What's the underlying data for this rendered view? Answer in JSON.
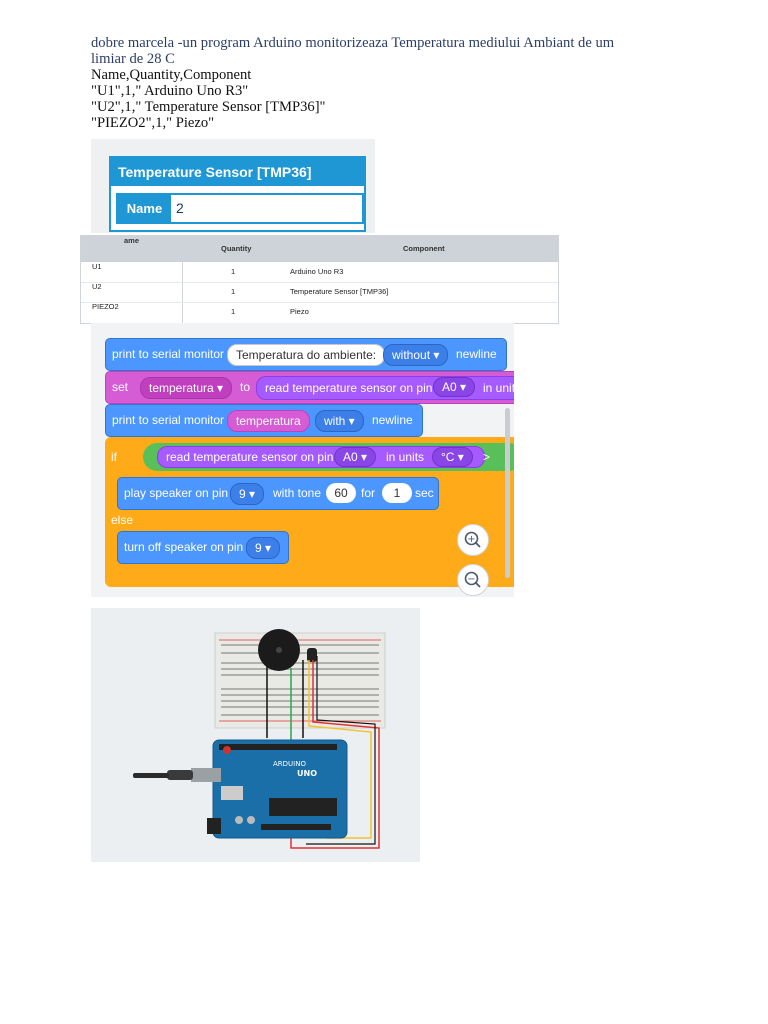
{
  "intro": {
    "title_line1": "dobre marcela -un program Arduino monitorizeaza Temperatura mediului Ambiant de um",
    "title_line2": "limiar de 28 C",
    "csv_header": "Name,Quantity,Component",
    "csv_rows": [
      "\"U1\",1,\" Arduino Uno R3\"",
      "\"U2\",1,\" Temperature Sensor [TMP36]\"",
      "\"PIEZO2\",1,\" Piezo\""
    ]
  },
  "properties": {
    "title": "Temperature Sensor [TMP36]",
    "name_label": "Name",
    "name_value": "2"
  },
  "bom": {
    "headers": [
      "ame",
      "Quantity",
      "Component"
    ],
    "rows": [
      {
        "name": "U1",
        "qty": "1",
        "component": "Arduino Uno R3"
      },
      {
        "name": "U2",
        "qty": "1",
        "component": "Temperature Sensor [TMP36]"
      },
      {
        "name": "PIEZO2",
        "qty": "1",
        "component": "Piezo"
      }
    ]
  },
  "blocks": {
    "b1": {
      "label": "print to serial monitor",
      "text": "Temperatura do ambiente:",
      "mode": "without ▾",
      "tail": "newline"
    },
    "b2": {
      "label": "set",
      "var": "temperatura ▾",
      "to": "to",
      "reporter": "read temperature sensor on pin",
      "pin": "A0 ▾",
      "tail": "in units"
    },
    "b3": {
      "label": "print to serial monitor",
      "var": "temperatura",
      "mode": "with ▾",
      "tail": "newline"
    },
    "b4": {
      "if": "if",
      "reporter": "read temperature sensor on pin",
      "pin": "A0 ▾",
      "units_label": "in units",
      "units": "°C ▾",
      "op": ">"
    },
    "b5": {
      "label": "play speaker on pin",
      "pin": "9 ▾",
      "tone_label": "with tone",
      "tone": "60",
      "for": "for",
      "secs": "1",
      "sec": "sec"
    },
    "b6": {
      "else": "else"
    },
    "b7": {
      "label": "turn off speaker on pin",
      "pin": "9 ▾"
    },
    "zoom_in": "+",
    "zoom_out": "−"
  },
  "circuit": {
    "board_brand": "ARDUINO",
    "board_model": "UNO"
  },
  "colors": {
    "blue": "#4c97ff",
    "purple": "#a55bff",
    "magenta": "#d65cd6",
    "orange": "#ffab19",
    "green": "#59c059",
    "panel_blue": "#1f97d4",
    "board_blue": "#1a6fa8"
  }
}
